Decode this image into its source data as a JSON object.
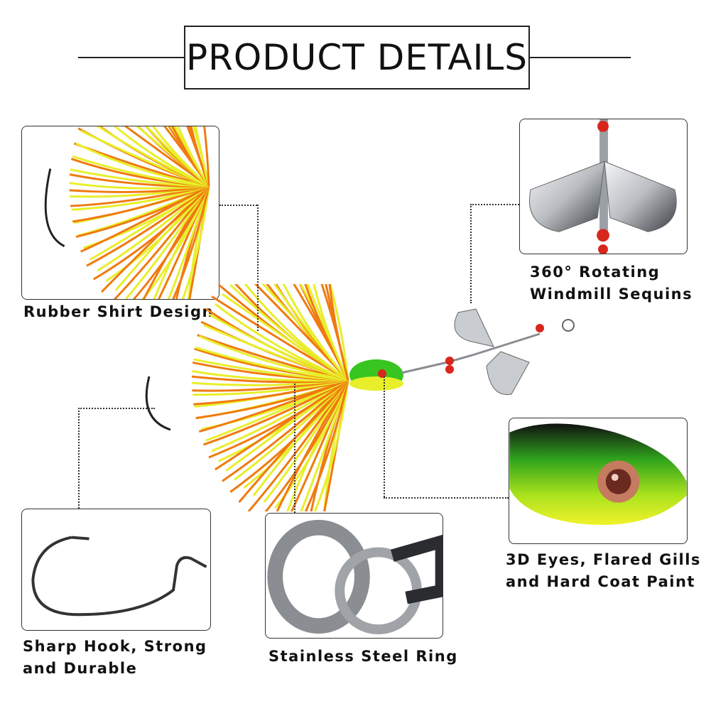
{
  "header": {
    "title": "PRODUCT DETAILS"
  },
  "features": {
    "rubber_skirt": "Rubber Shirt Design",
    "windmill_line1": "360° Rotating",
    "windmill_line2": "Windmill Sequins",
    "eyes_line1": "3D Eyes, Flared Gills",
    "eyes_line2": "and Hard Coat Paint",
    "hook_line1": "Sharp Hook, Strong",
    "hook_line2": "and Durable",
    "ring": "Stainless Steel Ring"
  },
  "colors": {
    "skirt_yellow": "#e8ef2a",
    "skirt_orange": "#f07a10",
    "head_green": "#38c520",
    "bead_red": "#d8261d",
    "blade_silver": "#c9cdd2"
  }
}
